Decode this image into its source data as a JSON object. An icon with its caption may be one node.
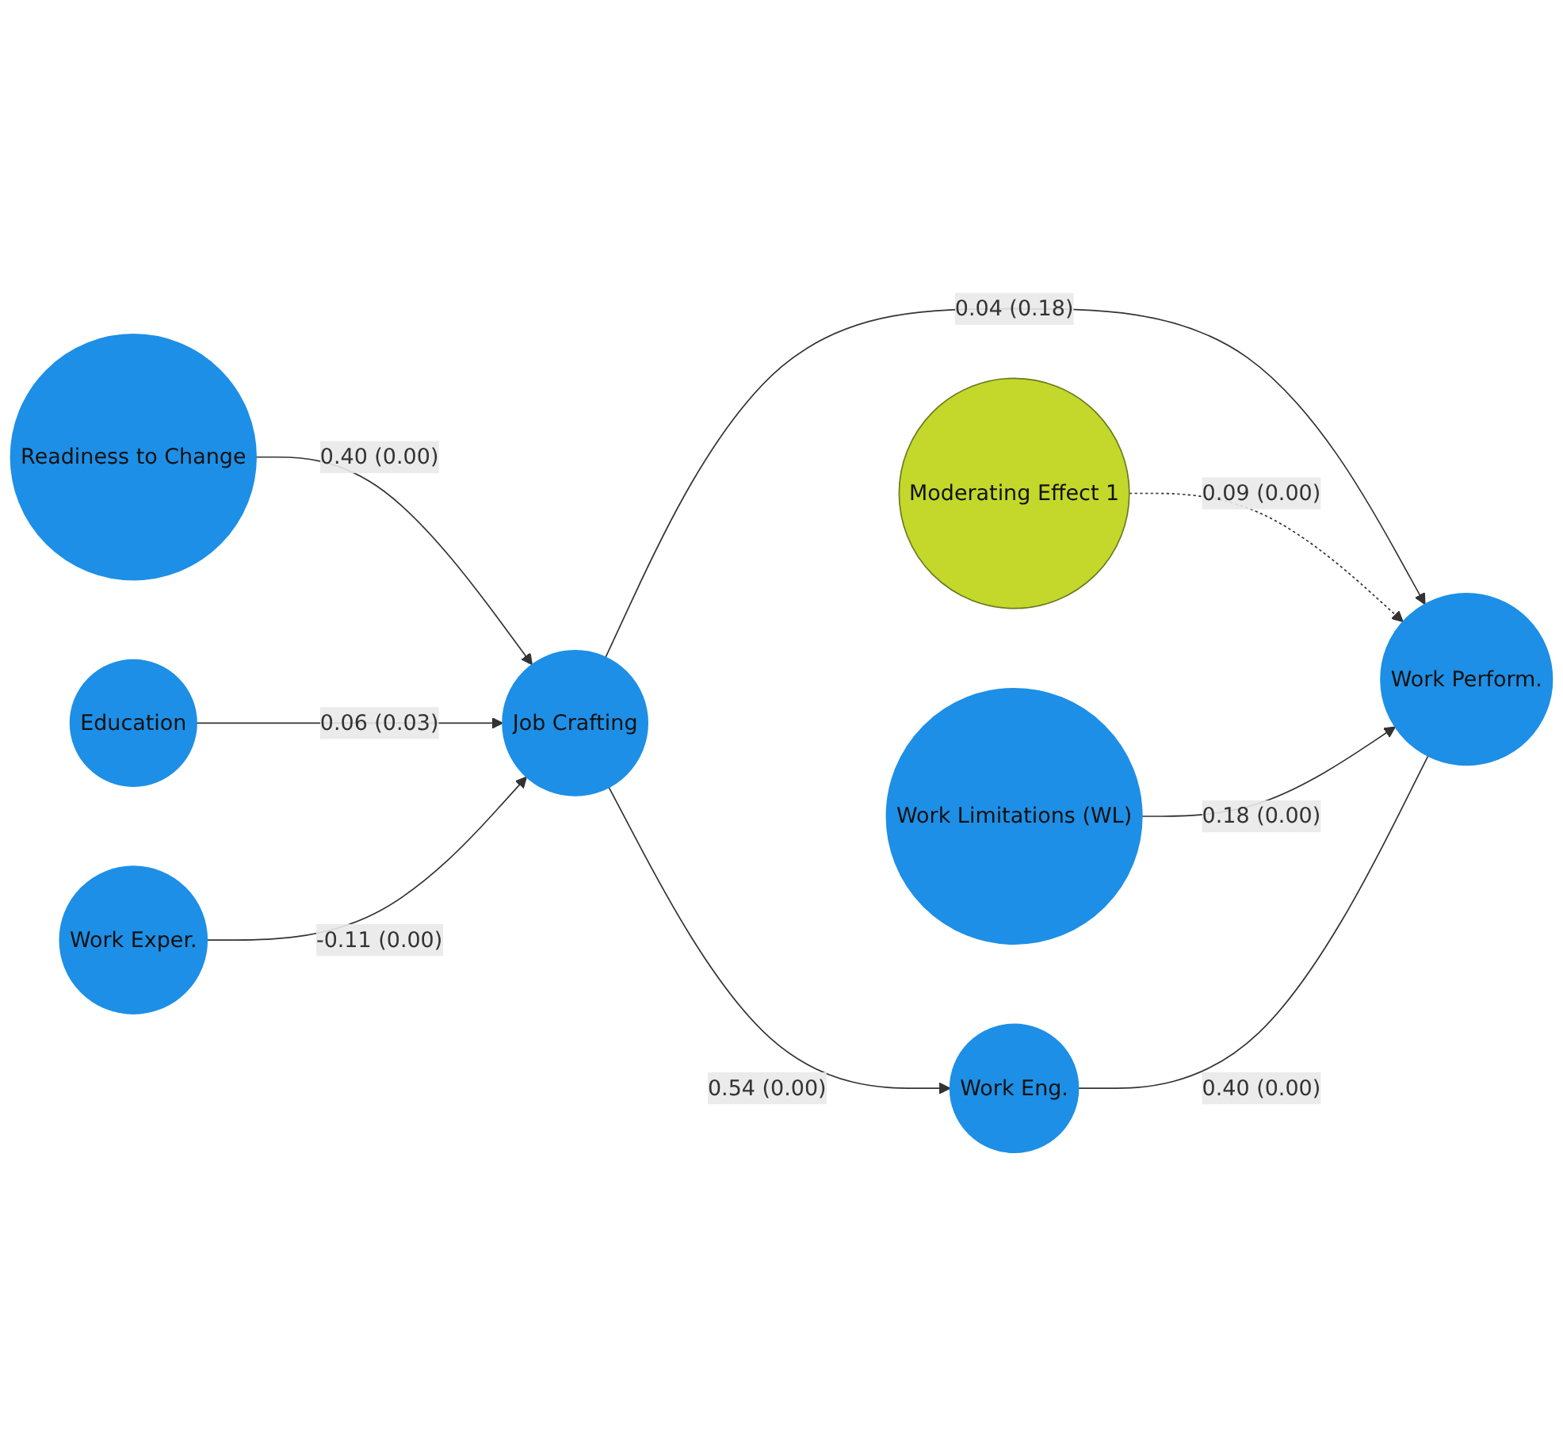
{
  "diagram": {
    "nodes": [
      {
        "text": [
          "Readiness to Change"
        ]
      },
      {
        "text": [
          "Education"
        ]
      },
      {
        "text": [
          "Work Exper."
        ]
      },
      {
        "text": [
          "Job Crafting"
        ]
      },
      {
        "text": [
          "Moderating Effect 1"
        ]
      },
      {
        "text": [
          "Work Limitations (WL)"
        ]
      },
      {
        "text": [
          "Work Perform."
        ]
      },
      {
        "text": [
          "Work Eng."
        ]
      }
    ],
    "edges": [
      {
        "from": 0,
        "to": 3,
        "arrow": "to",
        "label": "0.40 (0.00)"
      },
      {
        "from": 1,
        "to": 3,
        "arrow": "to",
        "label": "0.06 (0.03)"
      },
      {
        "from": 2,
        "to": 3,
        "arrow": "to",
        "label": "-0.11 (0.00)"
      },
      {
        "from": 3,
        "to": 6,
        "arrow": "to",
        "label": "0.04 (0.18)"
      },
      {
        "from": 3,
        "to": 7,
        "arrow": "to",
        "label": "0.54 (0.00)"
      },
      {
        "from": 4,
        "to": 6,
        "arrow": "to",
        "label": "0.09 (0.00)",
        "style": "dashed"
      },
      {
        "from": 5,
        "to": 6,
        "arrow": "to",
        "label": "0.18 (0.00)"
      },
      {
        "from": 7,
        "to": 6,
        "arrow": "none",
        "label": "0.40 (0.00)"
      }
    ]
  }
}
